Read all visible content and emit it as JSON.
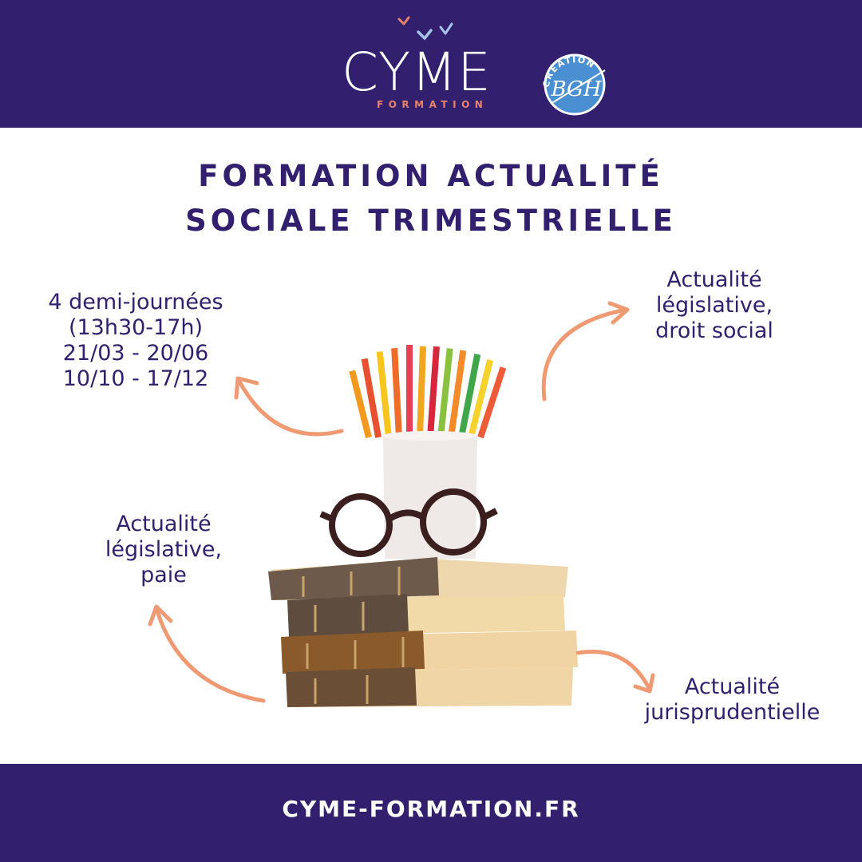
{
  "header": {
    "logo_text": "CYME",
    "logo_subtext": "FORMATION",
    "badge_text": "CRÉATION",
    "badge_monogram": "BGH"
  },
  "title": {
    "line1": "FORMATION ACTUALITÉ",
    "line2": "SOCIALE TRIMESTRIELLE"
  },
  "labels": {
    "schedule": [
      "4 demi-journées",
      "(13h30-17h)",
      "21/03 - 20/06",
      "10/10 - 17/12"
    ],
    "top_right": [
      "Actualité",
      "législative,",
      "droit social"
    ],
    "left": [
      "Actualité",
      "législative,",
      "paie"
    ],
    "bottom_right": [
      "Actualité",
      "jurisprudentielle"
    ]
  },
  "footer": {
    "url": "CYME-FORMATION.FR"
  },
  "colors": {
    "brand_navy": "#32206e",
    "accent_orange": "#ef9a73",
    "white": "#ffffff"
  }
}
